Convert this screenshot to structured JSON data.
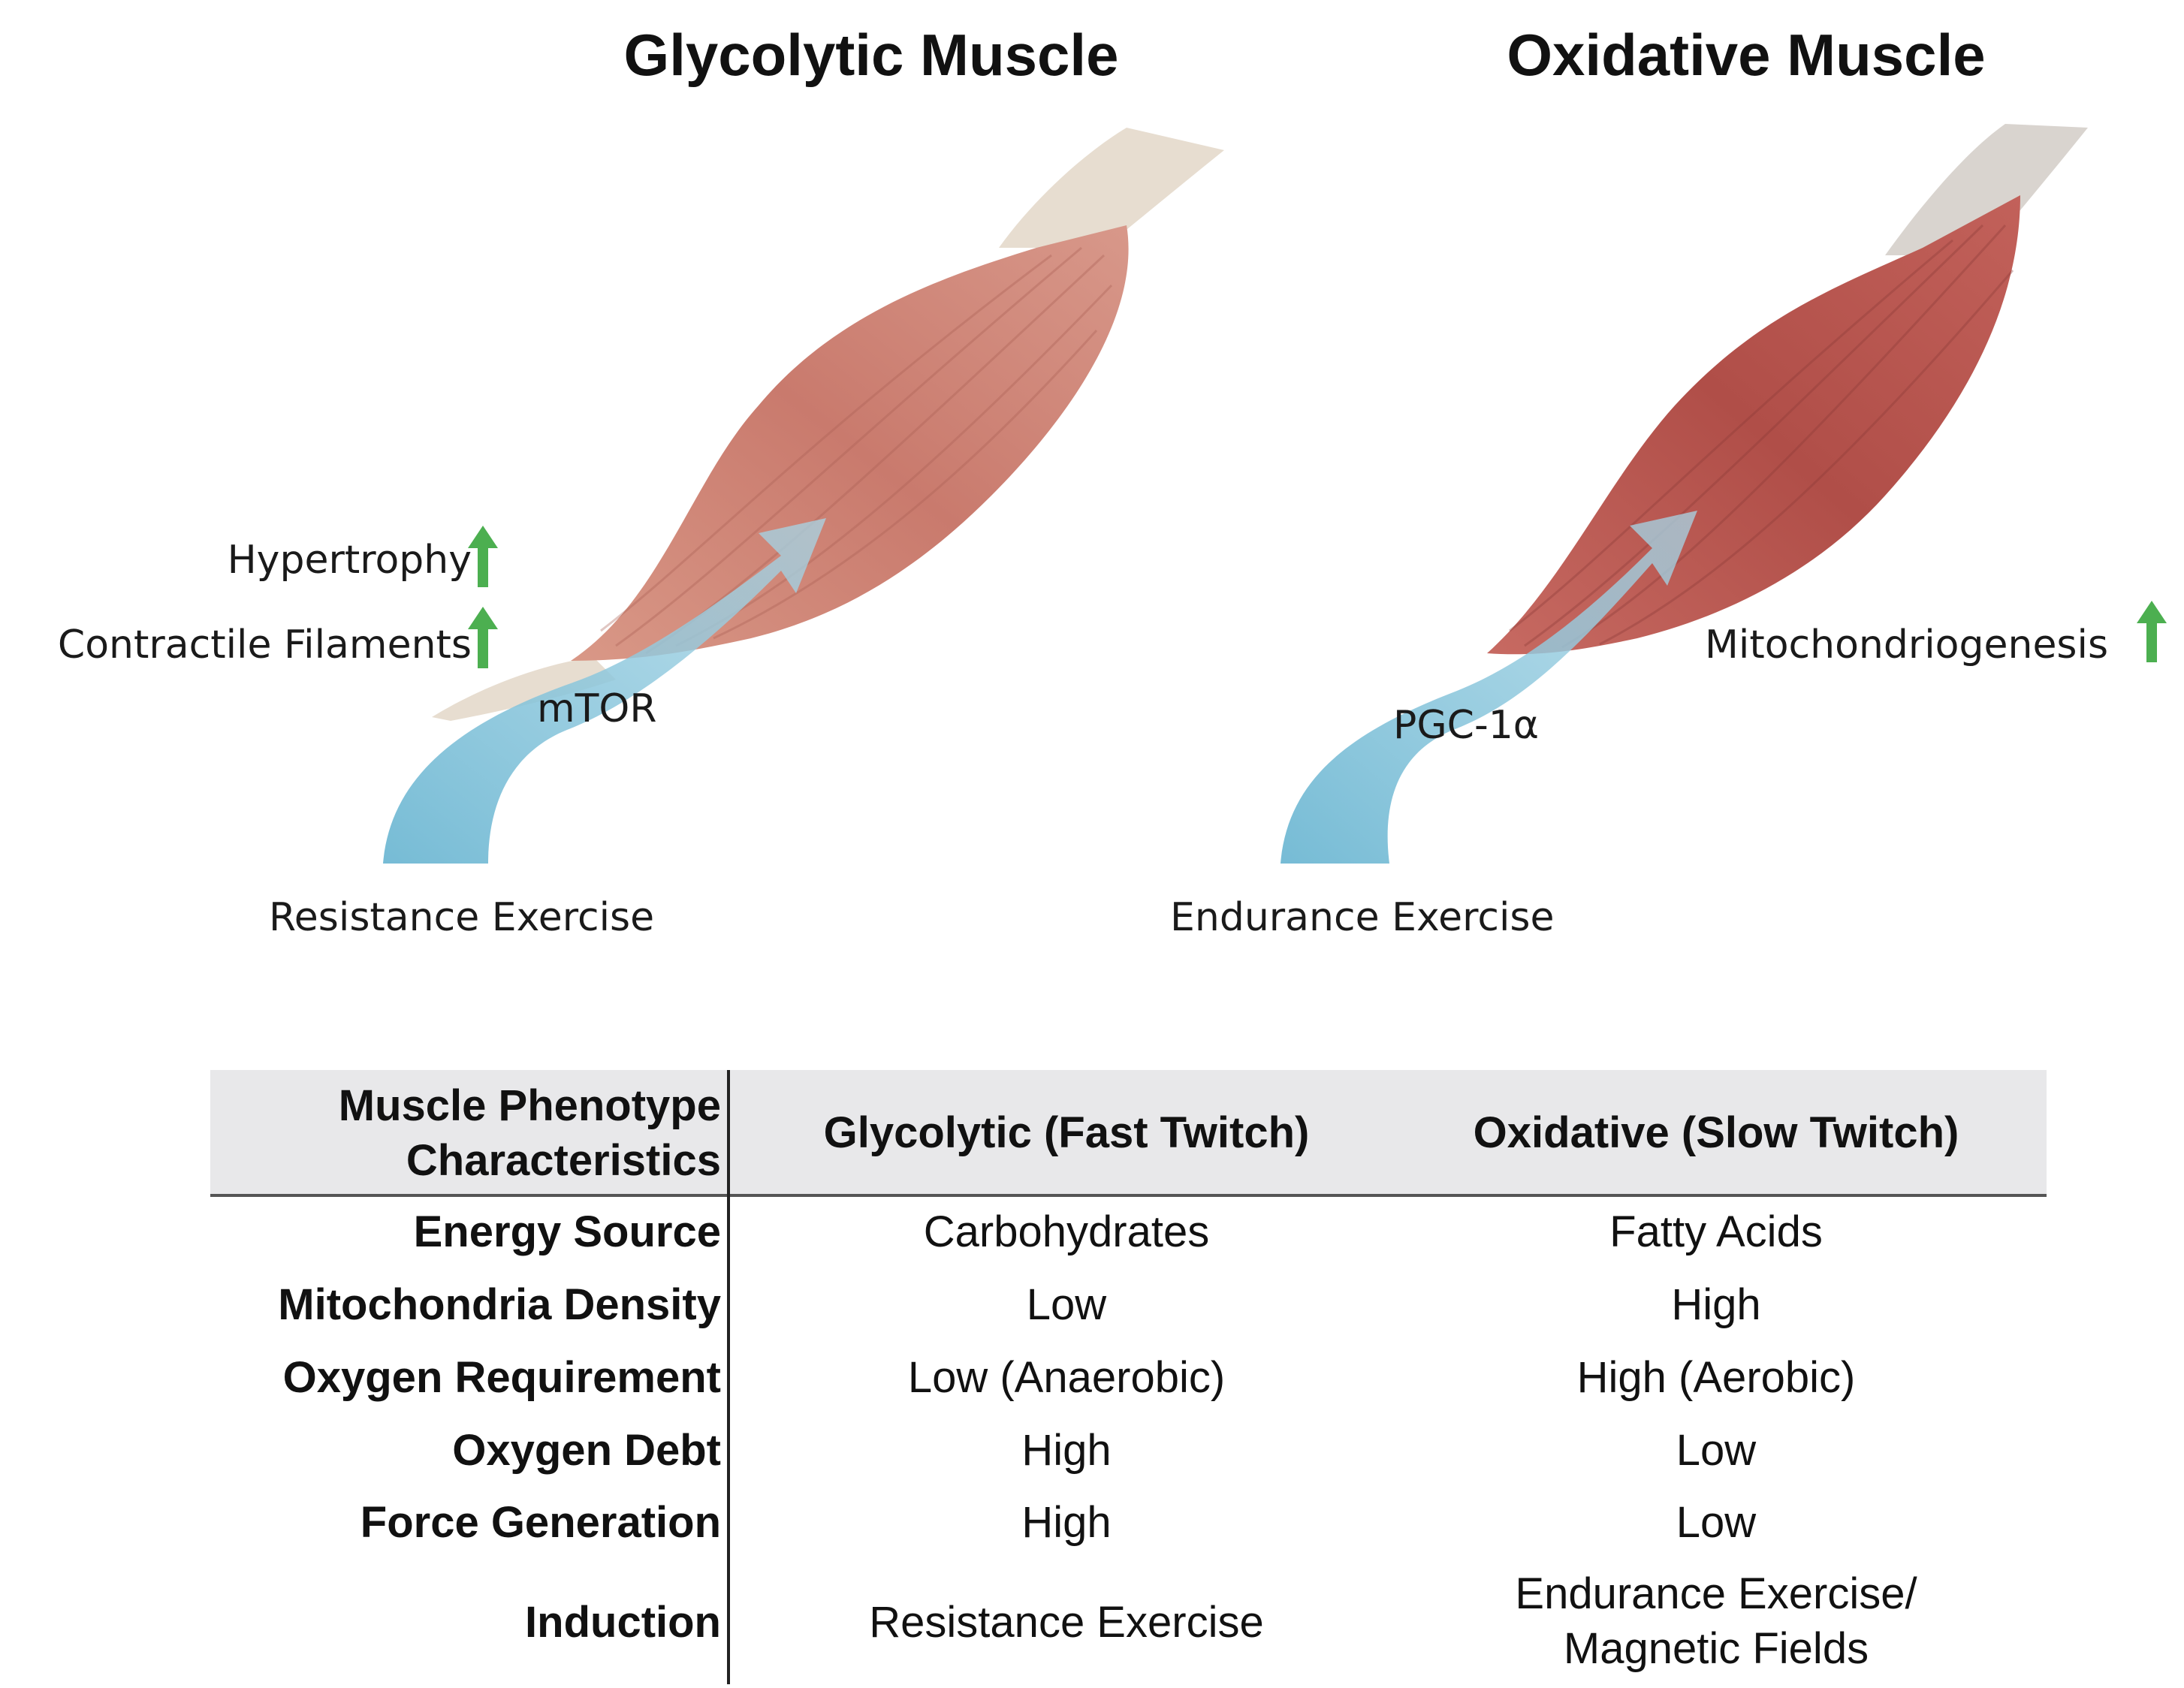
{
  "panels": {
    "left": {
      "title": "Glycolytic Muscle",
      "exercise": "Resistance Exercise",
      "pathway": "mTOR",
      "effects": [
        {
          "label": "Hypertrophy",
          "icon": "up-arrow-icon"
        },
        {
          "label": "Contractile Filaments",
          "icon": "up-arrow-icon"
        }
      ],
      "muscle_color": "#c97a6d"
    },
    "right": {
      "title": "Oxidative Muscle",
      "exercise": "Endurance Exercise",
      "pathway": "PGC-1α",
      "effects": [
        {
          "label": "Mitochondriogenesis",
          "icon": "up-arrow-icon"
        }
      ],
      "muscle_color": "#b5544d"
    }
  },
  "colors": {
    "arrow_green": "#4caf50",
    "exercise_arrow": "#7fc4dc",
    "tendon": "#e7ddd0",
    "header_bg": "#e8e8ea"
  },
  "table": {
    "header": {
      "col0_line1": "Muscle Phenotype",
      "col0_line2": "Characteristics",
      "col1": "Glycolytic (Fast Twitch)",
      "col2": "Oxidative (Slow Twitch)"
    },
    "rows": [
      {
        "label": "Energy Source",
        "glycolytic": "Carbohydrates",
        "oxidative": "Fatty Acids"
      },
      {
        "label": "Mitochondria Density",
        "glycolytic": "Low",
        "oxidative": "High"
      },
      {
        "label": "Oxygen Requirement",
        "glycolytic": "Low (Anaerobic)",
        "oxidative": "High (Aerobic)"
      },
      {
        "label": "Oxygen Debt",
        "glycolytic": "High",
        "oxidative": "Low"
      },
      {
        "label": "Force Generation",
        "glycolytic": "High",
        "oxidative": "Low"
      }
    ],
    "last_row": {
      "label": "Induction",
      "glycolytic": "Resistance Exercise",
      "oxidative_line1": "Endurance Exercise/",
      "oxidative_line2": "Magnetic Fields"
    }
  }
}
